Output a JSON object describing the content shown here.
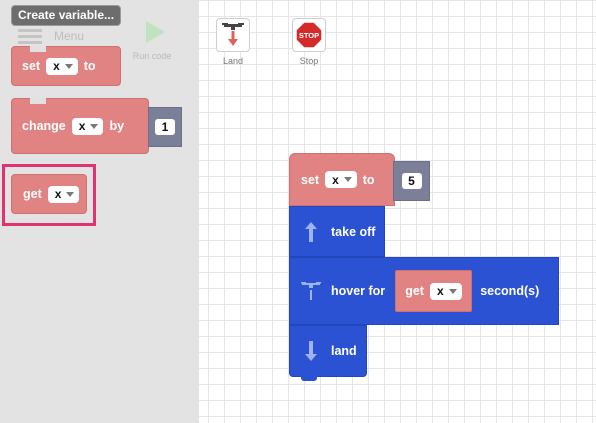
{
  "toolbar": {
    "menu_label": "Menu",
    "run_label": "Run code",
    "land_label": "Land",
    "stop_label": "Stop",
    "stop_sign_text": "STOP"
  },
  "flyout": {
    "create_variable_label": "Create variable...",
    "blocks": {
      "set": {
        "keyword": "set",
        "var": "x",
        "to": "to"
      },
      "change": {
        "keyword": "change",
        "var": "x",
        "by": "by",
        "value": "1"
      },
      "get": {
        "keyword": "get",
        "var": "x"
      }
    }
  },
  "program": {
    "set": {
      "keyword": "set",
      "var": "x",
      "to": "to",
      "value": "5"
    },
    "takeoff": {
      "label": "take off"
    },
    "hover": {
      "label": "hover for",
      "get_keyword": "get",
      "get_var": "x",
      "unit": "second(s)"
    },
    "land": {
      "label": "land"
    }
  },
  "colors": {
    "variable_block": "#e08382",
    "action_block": "#2b52d3",
    "number_slot": "#7b7f97",
    "highlight": "#e0336f"
  }
}
